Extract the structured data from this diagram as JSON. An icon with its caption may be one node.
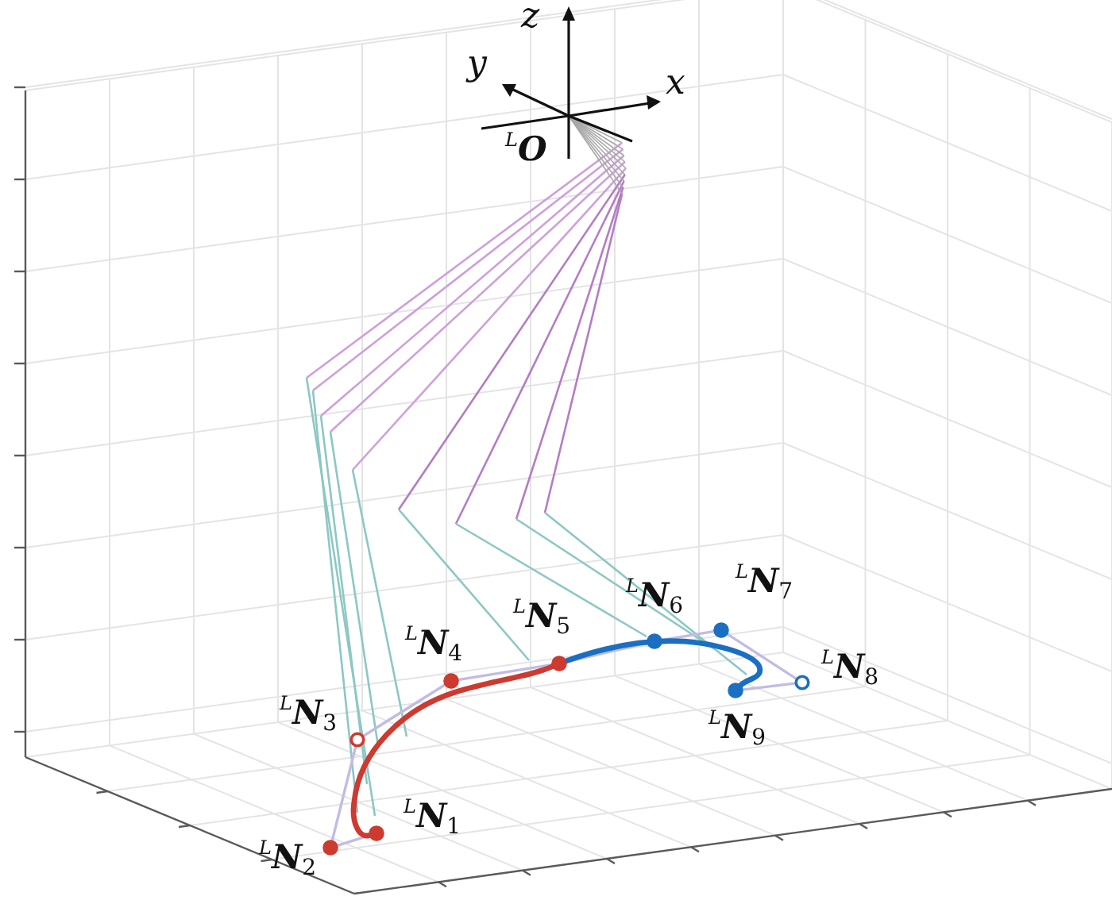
{
  "diagram": {
    "nodes": [
      {
        "text": [],
        "shape": "circle",
        "beside": [
          "$^{L}$**N**$_{1}$"
        ]
      },
      {
        "text": [],
        "shape": "circle",
        "beside": [
          "$^{L}$**N**$_{2}$"
        ]
      },
      {
        "text": [],
        "shape": "circle",
        "beside": [
          "$^{L}$**N**$_{3}$"
        ]
      },
      {
        "text": [],
        "shape": "circle",
        "beside": [
          "$^{L}$**N**$_{4}$"
        ]
      },
      {
        "text": [],
        "shape": "circle",
        "beside": [
          "$^{L}$**N**$_{5}$"
        ]
      },
      {
        "text": [],
        "shape": "circle",
        "beside": [
          "$^{L}$**N**$_{6}$"
        ]
      },
      {
        "text": [],
        "shape": "circle",
        "beside": [
          "$^{L}$**N**$_{7}$"
        ]
      },
      {
        "text": [],
        "shape": "circle",
        "beside": [
          "$^{L}$**N**$_{8}$"
        ]
      },
      {
        "text": [],
        "shape": "circle",
        "beside": [
          "$^{L}$**N**$_{9}$"
        ]
      }
    ],
    "edges": [
      {
        "from": 0,
        "to": 1,
        "arrow": "none"
      },
      {
        "from": 1,
        "to": 2,
        "arrow": "none"
      },
      {
        "from": 2,
        "to": 3,
        "arrow": "none"
      },
      {
        "from": 3,
        "to": 4,
        "arrow": "none"
      },
      {
        "from": 4,
        "to": 5,
        "arrow": "none"
      },
      {
        "from": 5,
        "to": 6,
        "arrow": "none"
      },
      {
        "from": 6,
        "to": 7,
        "arrow": "none"
      },
      {
        "from": 7,
        "to": 8,
        "arrow": "none"
      },
      {
        "from": 0,
        "to": 4,
        "arrow": "none",
        "style": "thick",
        "color": "#cc3a30"
      },
      {
        "from": 4,
        "to": 8,
        "arrow": "none",
        "style": "thick",
        "color": "#1a6fc2"
      }
    ],
    "labels": [
      "z",
      "y",
      "x",
      "$^{L}$**O**"
    ]
  }
}
